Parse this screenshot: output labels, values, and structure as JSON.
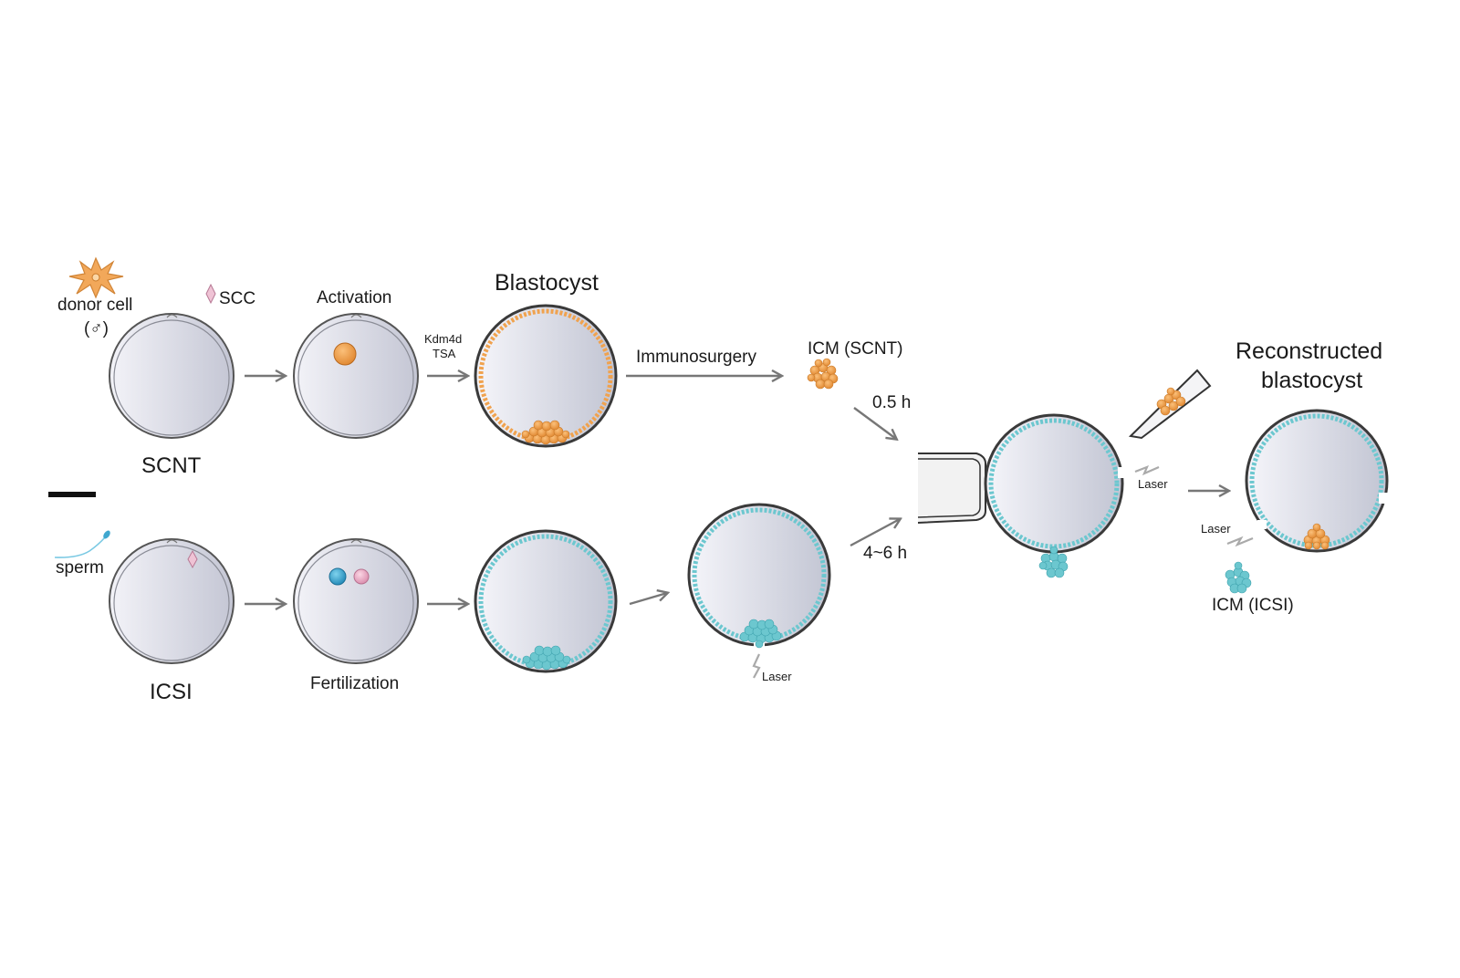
{
  "labels": {
    "donor_cell": "donor cell",
    "male_symbol": "(♂)",
    "scc": "SCC",
    "scnt": "SCNT",
    "activation": "Activation",
    "kdm4d": "Kdm4d",
    "tsa": "TSA",
    "blastocyst": "Blastocyst",
    "immunosurgery": "Immunosurgery",
    "icm_scnt": "ICM (SCNT)",
    "time_short": "0.5 h",
    "time_long": "4~6 h",
    "reconstructed_line1": "Reconstructed",
    "reconstructed_line2": "blastocyst",
    "laser_right": "Laser",
    "laser_left": "Laser",
    "laser_bottom": "Laser",
    "icm_icsi": "ICM (ICSI)",
    "sperm": "sperm",
    "icsi": "ICSI",
    "fertilization": "Fertilization"
  },
  "colors": {
    "orange": "#f0a24e",
    "orange_dark": "#c97a2a",
    "cyan": "#6cc7cf",
    "cyan_dark": "#3fa3ae",
    "pink": "#e8a7c0",
    "blue_pronucleus": "#2f8fc0",
    "arrow": "#777777",
    "outline": "#3a3a3a"
  },
  "icons": [
    "star-donor-cell-icon",
    "sperm-icon",
    "spindle-icon",
    "laser-bolt-icon",
    "pipette-icon",
    "holding-pipette-icon"
  ]
}
